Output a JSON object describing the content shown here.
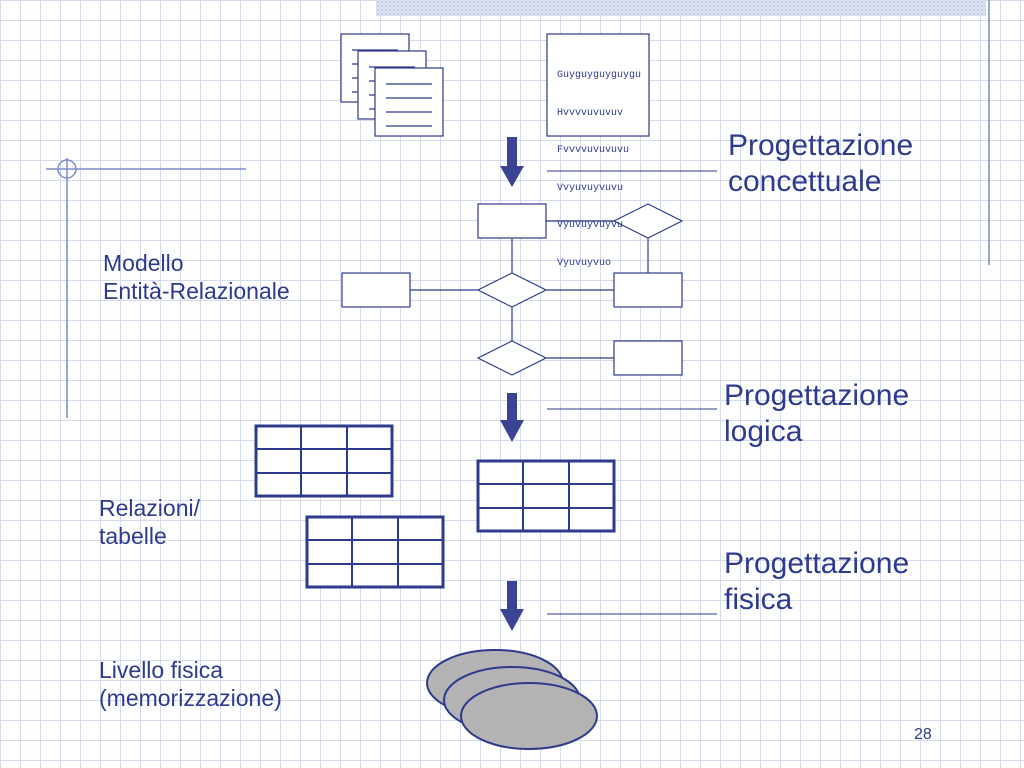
{
  "document_lines": [
    "Guyguyguyguygu",
    "Hvvvvuvuvuv",
    "Fvvvvuvuvuvu",
    "Vvyuvuyvuvu",
    "Vyuvuyvuyvu",
    "Vyuvuyvuo"
  ],
  "stages": {
    "conceptual": {
      "line1": "Progettazione",
      "line2": "concettuale"
    },
    "logical": {
      "line1": "Progettazione",
      "line2": "logica"
    },
    "physical": {
      "line1": "Progettazione",
      "line2": "fisica"
    }
  },
  "levels": {
    "er_model": {
      "line1": "Modello",
      "line2": "Entità-Relazionale"
    },
    "relations": {
      "line1": "Relazioni/",
      "line2": "tabelle"
    },
    "physical": {
      "line1": "Livello fisica",
      "line2": "(memorizzazione)"
    }
  },
  "page_number": "28",
  "colors": {
    "accent": "#2e3a8c",
    "arrow": "#3b4394",
    "disk": "#b3b3b3"
  }
}
